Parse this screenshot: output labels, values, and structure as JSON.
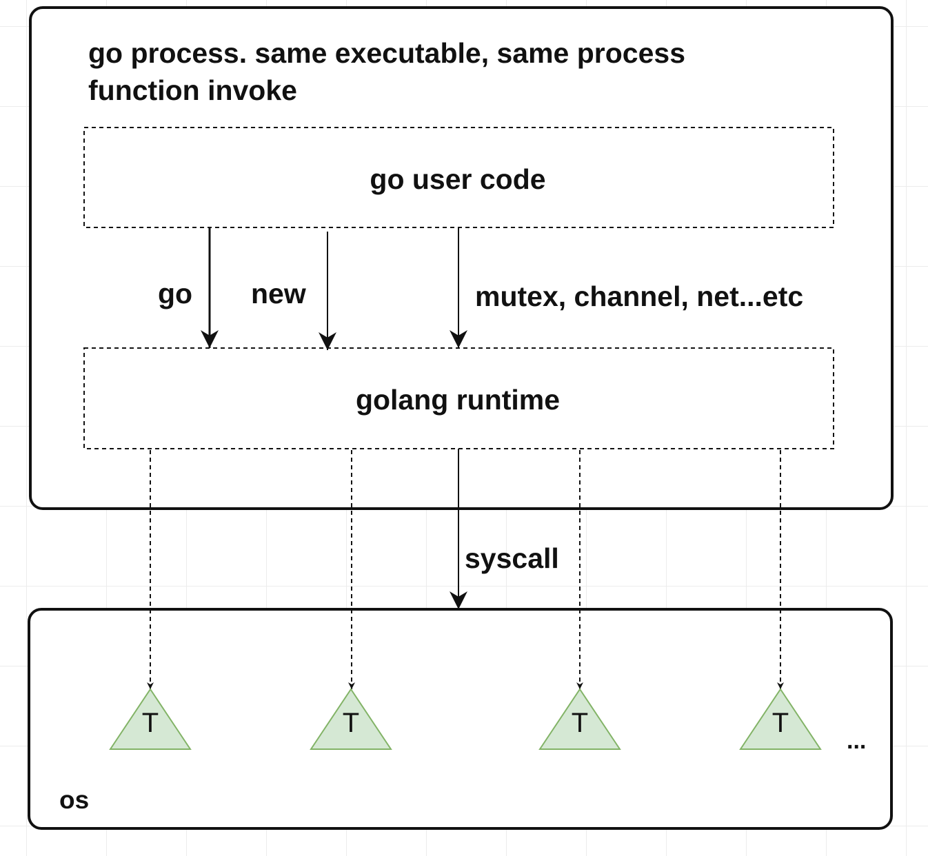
{
  "process_box": {
    "title_line1": "go process. same executable, same process",
    "title_line2": "function invoke"
  },
  "user_code_box": {
    "label": "go user code"
  },
  "runtime_box": {
    "label": "golang runtime"
  },
  "arrows": {
    "go_label": "go",
    "new_label": "new",
    "misc_label": "mutex, channel, net...etc",
    "syscall_label": "syscall"
  },
  "os_box": {
    "label": "os",
    "threads": [
      "T",
      "T",
      "T",
      "T"
    ],
    "ellipsis": "..."
  },
  "colors": {
    "stroke": "#111111",
    "thread_fill": "#d5e8d4",
    "thread_stroke": "#82b366",
    "grid": "#ececec"
  }
}
